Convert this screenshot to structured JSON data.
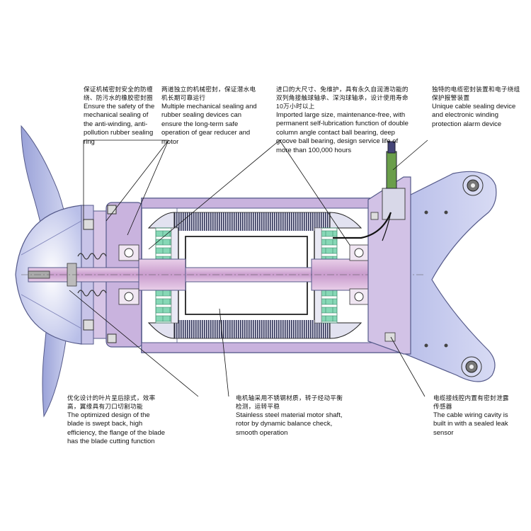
{
  "colors": {
    "blade": "#b8bfe6",
    "blade_dark": "#8b93cf",
    "housing_outline": "#555a8a",
    "rotor_fill": "#f2f2ff",
    "winding": "#3a3d5c",
    "teeth": "#7fd6b2",
    "shaft": "#d9b5dc",
    "bracket": "#c3c8ee",
    "frame": "#c8b6da",
    "cable": "#6a9e4a"
  },
  "annotations": [
    {
      "id": "seal-ring",
      "zh": "保证机械密封安全的防缠绕、防污水的橡胶密封圈",
      "en": "Ensure the safety of the mechanical sealing of the anti-winding, anti-pollution rubber sealing ring"
    },
    {
      "id": "mech-seal",
      "zh": "两道独立的机械密封，保证潜水电机长期可靠运行",
      "en": "Multiple mechanical sealing and rubber sealing devices can ensure the long-term safe operation of gear reducer and motor"
    },
    {
      "id": "bearing",
      "zh": "进口的大尺寸、免维护，具有永久自润滑功能的双列角接触球轴承、深沟球轴承，设计使用寿命10万小时以上",
      "en": "Imported large size, maintenance-free, with permanent self-lubrication function of double column angle contact ball bearing, deep groove ball bearing, design service life of more than 100,000 hours"
    },
    {
      "id": "cable-seal",
      "zh": "独特的电缆密封装置和电子绕组保护报警装置",
      "en": "Unique cable sealing device and electronic winding protection alarm device"
    },
    {
      "id": "blade",
      "zh": "优化设计的叶片呈后掠式，效率高，翼缘具有刀口切割功能",
      "en": "The optimized design of the blade is swept back, high efficiency, the flange of the blade has the blade cutting function"
    },
    {
      "id": "shaft",
      "zh": "电机轴采用不锈钢材质，转子经动平衡检测，运转平稳",
      "en": "Stainless steel material motor shaft, rotor by dynamic balance check, smooth operation"
    },
    {
      "id": "leak-sensor",
      "zh": "电缆接线腔内置有密封泄露传感器",
      "en": "The cable wiring cavity is built in with a sealed leak sensor"
    }
  ]
}
